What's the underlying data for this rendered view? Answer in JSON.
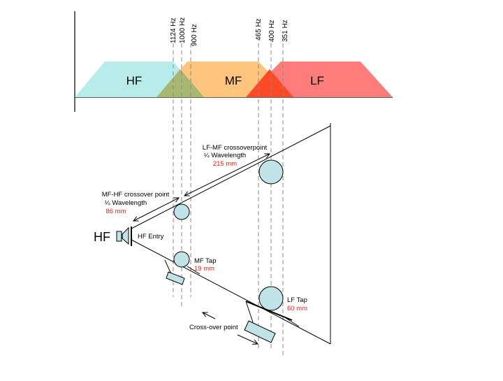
{
  "bands": {
    "hf": {
      "label": "HF",
      "color": "#b8ecea"
    },
    "mf": {
      "label": "MF",
      "color": "#ffc47e"
    },
    "lf": {
      "label": "LF",
      "color": "#ff7c7c"
    },
    "overlap_hf_mf_color": "#a8b872",
    "overlap_mf_lf_color": "#ff4a26"
  },
  "frequency_markers": [
    {
      "label": "1124 Hz"
    },
    {
      "label": "1000 Hz"
    },
    {
      "label": "900 Hz"
    },
    {
      "label": "465 Hz"
    },
    {
      "label": "400 Hz"
    },
    {
      "label": "351 Hz"
    }
  ],
  "annotations": {
    "lf_mf": {
      "line1": "LF-MF crossoverpoint",
      "line2": "¼ Wavelength",
      "value": "215 mm"
    },
    "mf_hf": {
      "line1": "MF-HF crossover point",
      "line2": "¼ Wavelength",
      "value": "86 mm"
    },
    "hf_big": "HF",
    "hf_entry": "HF Entry",
    "mf_tap": {
      "label": "MF Tap",
      "value": "19 mm"
    },
    "lf_tap": {
      "label": "LF Tap",
      "value": "60 mm"
    },
    "crossover_point": "Cross-over point"
  },
  "colors": {
    "value_red": "#e0231c",
    "circle_fill": "#bfe3e6",
    "dashed_line": "#888888"
  }
}
